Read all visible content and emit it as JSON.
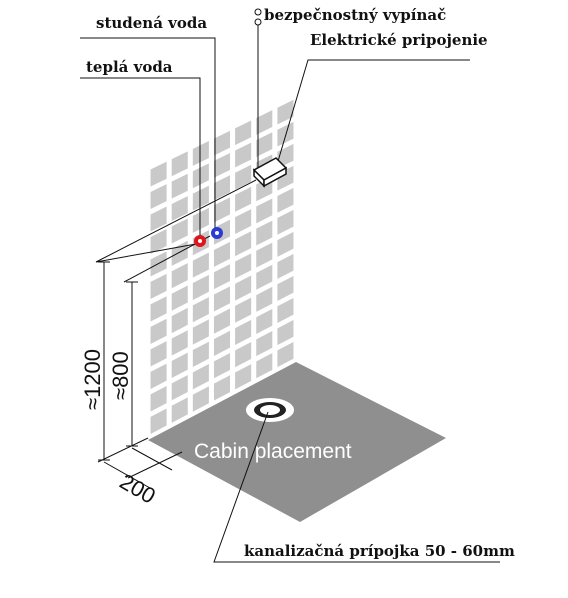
{
  "labels": {
    "cold_water": "studená voda",
    "warm_water": "teplá voda",
    "safety_switch": "bezpečnostný vypínač",
    "electric_connection": "Elektrické pripojenie",
    "cabin_placement": "Cabin placement",
    "drain": "kanalizačná prípojka 50 - 60mm"
  },
  "dimensions": {
    "height_1200": "≈1200",
    "height_800": "≈800",
    "offset_200": "200"
  },
  "colors": {
    "tile": "#c9c9c9",
    "floor": "#8f8f8f",
    "cold_water": "#2b3bd6",
    "warm_water": "#e0141c"
  }
}
